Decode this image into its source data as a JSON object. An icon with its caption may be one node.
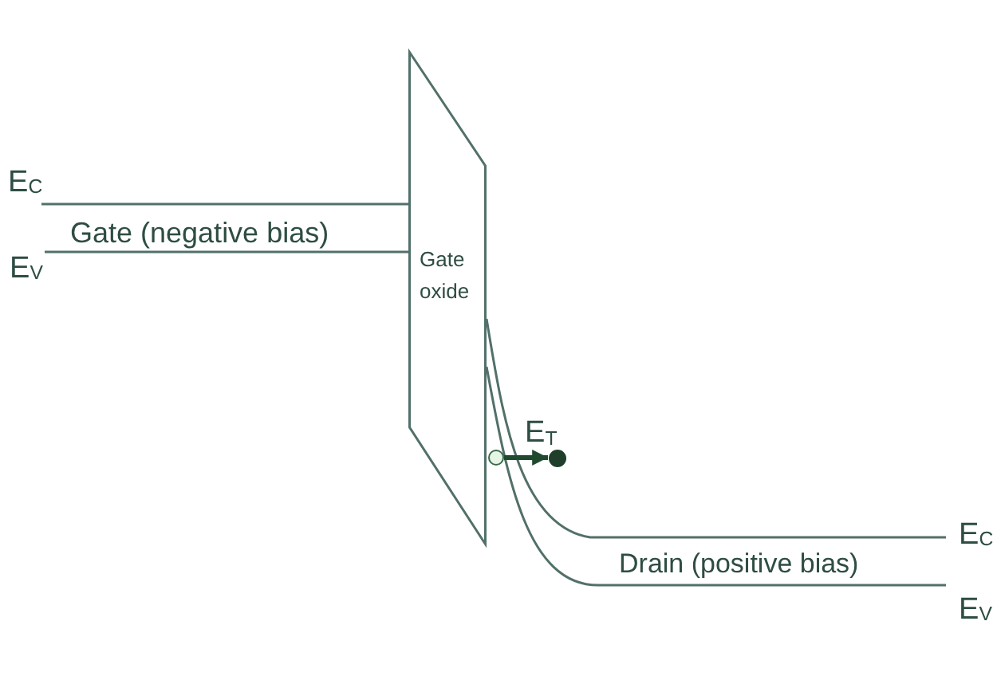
{
  "diagram": {
    "nodes": [
      {
        "text": [
          "Gate oxide"
        ]
      },
      {
        "text": [],
        "shape": "circle"
      },
      {
        "text": [],
        "shape": "circle"
      }
    ],
    "edges": [
      {
        "from": 1,
        "to": 2,
        "arrow": "to"
      }
    ],
    "labels": [
      "E$_{C}$",
      "Gate (negative bias)",
      "E$_{V}$",
      "E$_{T}$",
      "E$_{C}$",
      "Drain (positive bias)",
      "E$_{V}$"
    ]
  }
}
